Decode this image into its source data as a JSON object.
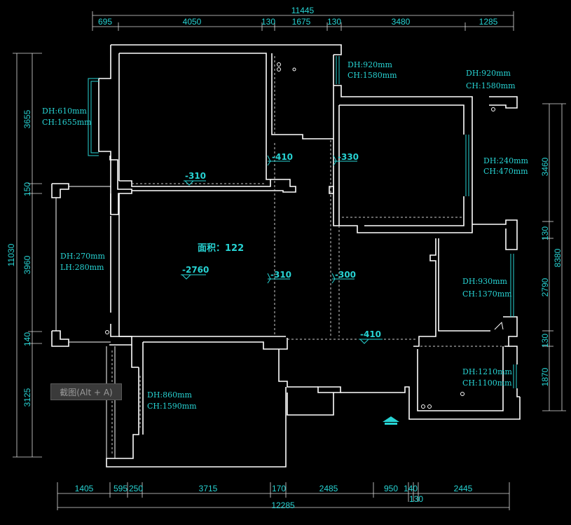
{
  "dims": {
    "top_total": "11445",
    "top": [
      "695",
      "4050",
      "130",
      "1675",
      "130",
      "3480",
      "1285"
    ],
    "bottom_total": "12285",
    "bottom": [
      "1405",
      "595",
      "250",
      "3715",
      "170",
      "2485",
      "950",
      "140",
      "2445"
    ],
    "bottom_sub": "130",
    "left_total": "11030",
    "left": [
      "3655",
      "150",
      "3960",
      "140",
      "3125"
    ],
    "right_total": "8380",
    "right": [
      "3460",
      "130",
      "2790",
      "130",
      "1870"
    ]
  },
  "windows": [
    {
      "dh": "DH:920mm",
      "ch": "CH:1580mm"
    },
    {
      "dh": "DH:920mm",
      "ch": "CH:1580mm"
    },
    {
      "dh": "DH:610mm",
      "ch": "CH:1655mm"
    },
    {
      "dh": "DH:240mm",
      "ch": "CH:470mm"
    },
    {
      "dh": "DH:270mm",
      "ch": "LH:280mm"
    },
    {
      "dh": "DH:930mm",
      "ch": "CH:1370mm"
    },
    {
      "dh": "DH:1210mm",
      "ch": "CH:1100mm"
    },
    {
      "dh": "DH:860mm",
      "ch": "CH:1590mm"
    }
  ],
  "levels": [
    "-410",
    "-330",
    "-310",
    "-2760",
    "-310",
    "-300",
    "-410"
  ],
  "area_label": "面积：122",
  "tooltip": "截图(Alt + A)"
}
